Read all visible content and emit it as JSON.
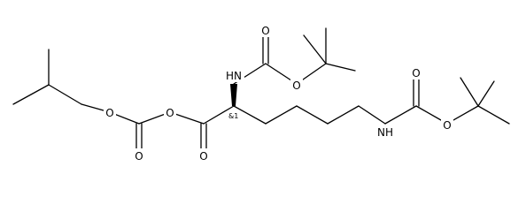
{
  "diagram": {
    "type": "chemical-structure",
    "stereo_label": "&1",
    "atom_labels": {
      "o_ester_isobutyl": "O",
      "o_carbonate_dbl": "O",
      "o_anhydride": "O",
      "o_acid_carbonyl": "O",
      "n_alpha": "HN",
      "o_boc1_carbonyl": "O",
      "o_boc1_ester": "O",
      "n_epsilon": "NH",
      "o_boc2_carbonyl": "O",
      "o_boc2_ester": "O"
    }
  }
}
